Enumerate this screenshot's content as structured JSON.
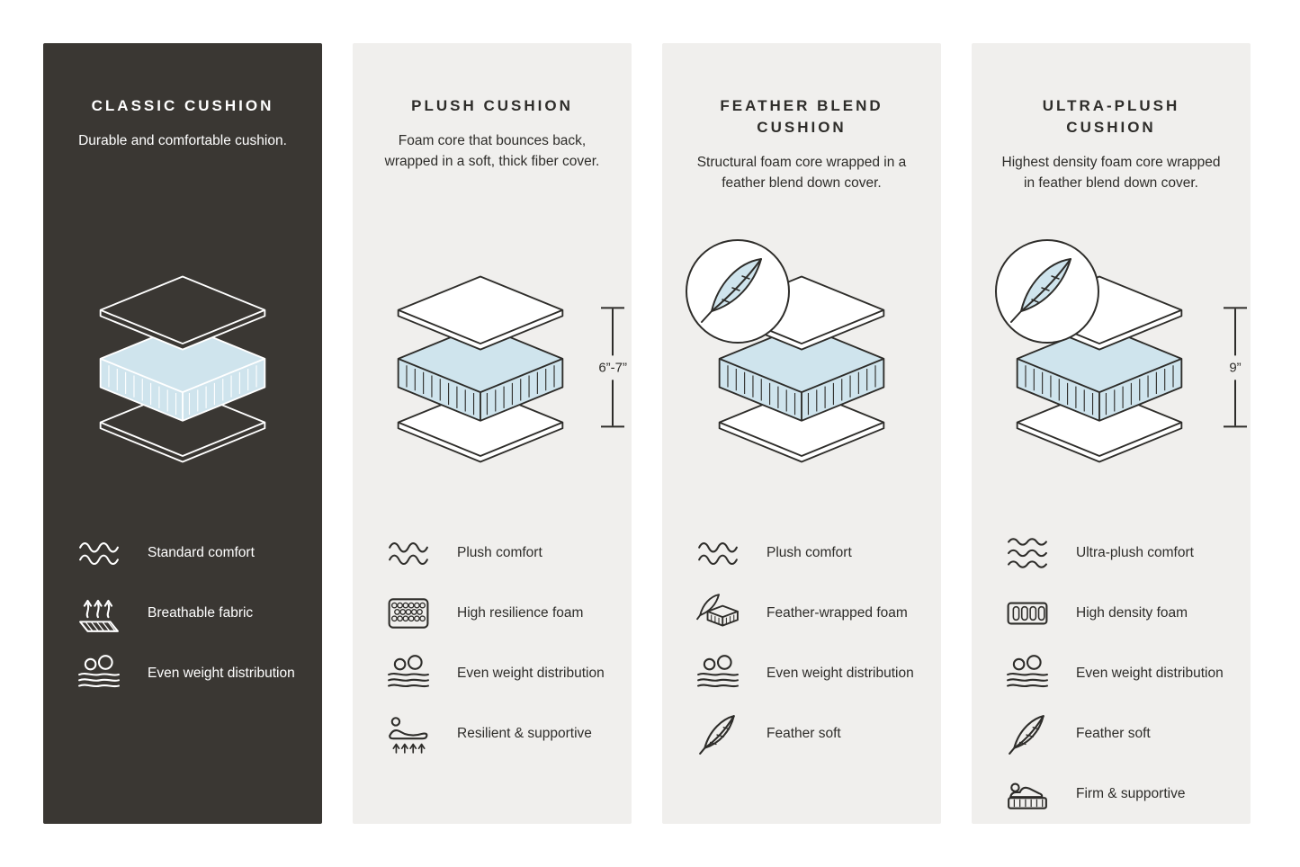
{
  "colors": {
    "dark_panel_bg": "#3A3733",
    "light_panel_bg": "#F0EFED",
    "foam_blue": "#CFE4ED",
    "outline_dark": "#2B2A27",
    "text_on_dark": "#FFFFFF"
  },
  "panels": [
    {
      "title": "CLASSIC CUSHION",
      "description": "Durable and comfortable cushion.",
      "features": [
        {
          "icon": "wave-icon",
          "label": "Standard comfort"
        },
        {
          "icon": "breathable-fabric-icon",
          "label": "Breathable fabric"
        },
        {
          "icon": "even-weight-icon",
          "label": "Even weight distribution"
        }
      ]
    },
    {
      "title": "PLUSH CUSHION",
      "description": "Foam core that bounces back, wrapped in a soft, thick fiber cover.",
      "dimension": "6”-7”",
      "features": [
        {
          "icon": "wave-icon",
          "label": "Plush comfort"
        },
        {
          "icon": "resilience-foam-icon",
          "label": "High resilience foam"
        },
        {
          "icon": "even-weight-icon",
          "label": "Even weight distribution"
        },
        {
          "icon": "person-support-icon",
          "label": "Resilient & supportive"
        }
      ]
    },
    {
      "title": "FEATHER BLEND CUSHION",
      "description": "Structural foam core wrapped in a feather blend down cover.",
      "features": [
        {
          "icon": "wave-icon",
          "label": "Plush comfort"
        },
        {
          "icon": "feather-foam-icon",
          "label": "Feather-wrapped foam"
        },
        {
          "icon": "even-weight-icon",
          "label": "Even weight distribution"
        },
        {
          "icon": "feather-icon",
          "label": "Feather soft"
        }
      ]
    },
    {
      "title": "ULTRA-PLUSH CUSHION",
      "description": "Highest density foam core wrapped in feather blend down cover.",
      "dimension": "9”",
      "features": [
        {
          "icon": "triple-wave-icon",
          "label": "Ultra-plush comfort"
        },
        {
          "icon": "density-foam-icon",
          "label": "High density foam"
        },
        {
          "icon": "even-weight-icon",
          "label": "Even weight distribution"
        },
        {
          "icon": "feather-icon",
          "label": "Feather soft"
        },
        {
          "icon": "person-firm-icon",
          "label": "Firm & supportive"
        }
      ]
    }
  ]
}
